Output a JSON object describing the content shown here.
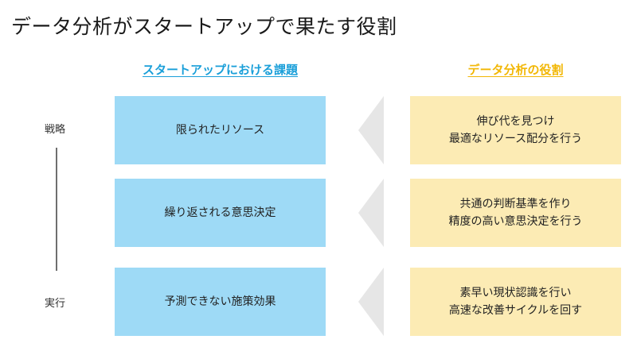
{
  "title": "データ分析がスタートアップで果たす役割",
  "left_heading": "スタートアップにおける課題",
  "right_heading": "データ分析の役割",
  "axis": {
    "top": "戦略",
    "bottom": "実行"
  },
  "rows": [
    {
      "challenge": "限られたリソース",
      "role_line1": "伸び代を見つけ",
      "role_line2": "最適なリソース配分を行う"
    },
    {
      "challenge": "繰り返される意思決定",
      "role_line1": "共通の判断基準を作り",
      "role_line2": "精度の高い意思決定を行う"
    },
    {
      "challenge": "予測できない施策効果",
      "role_line1": "素早い現状認識を行い",
      "role_line2": "高速な改善サイクルを回す"
    }
  ],
  "colors": {
    "blue_box": "#9edaf6",
    "yellow_box": "#fcebb4",
    "blue_heading": "#1a9fd9",
    "yellow_heading": "#f2b705",
    "arrow": "#e6e6e6"
  }
}
